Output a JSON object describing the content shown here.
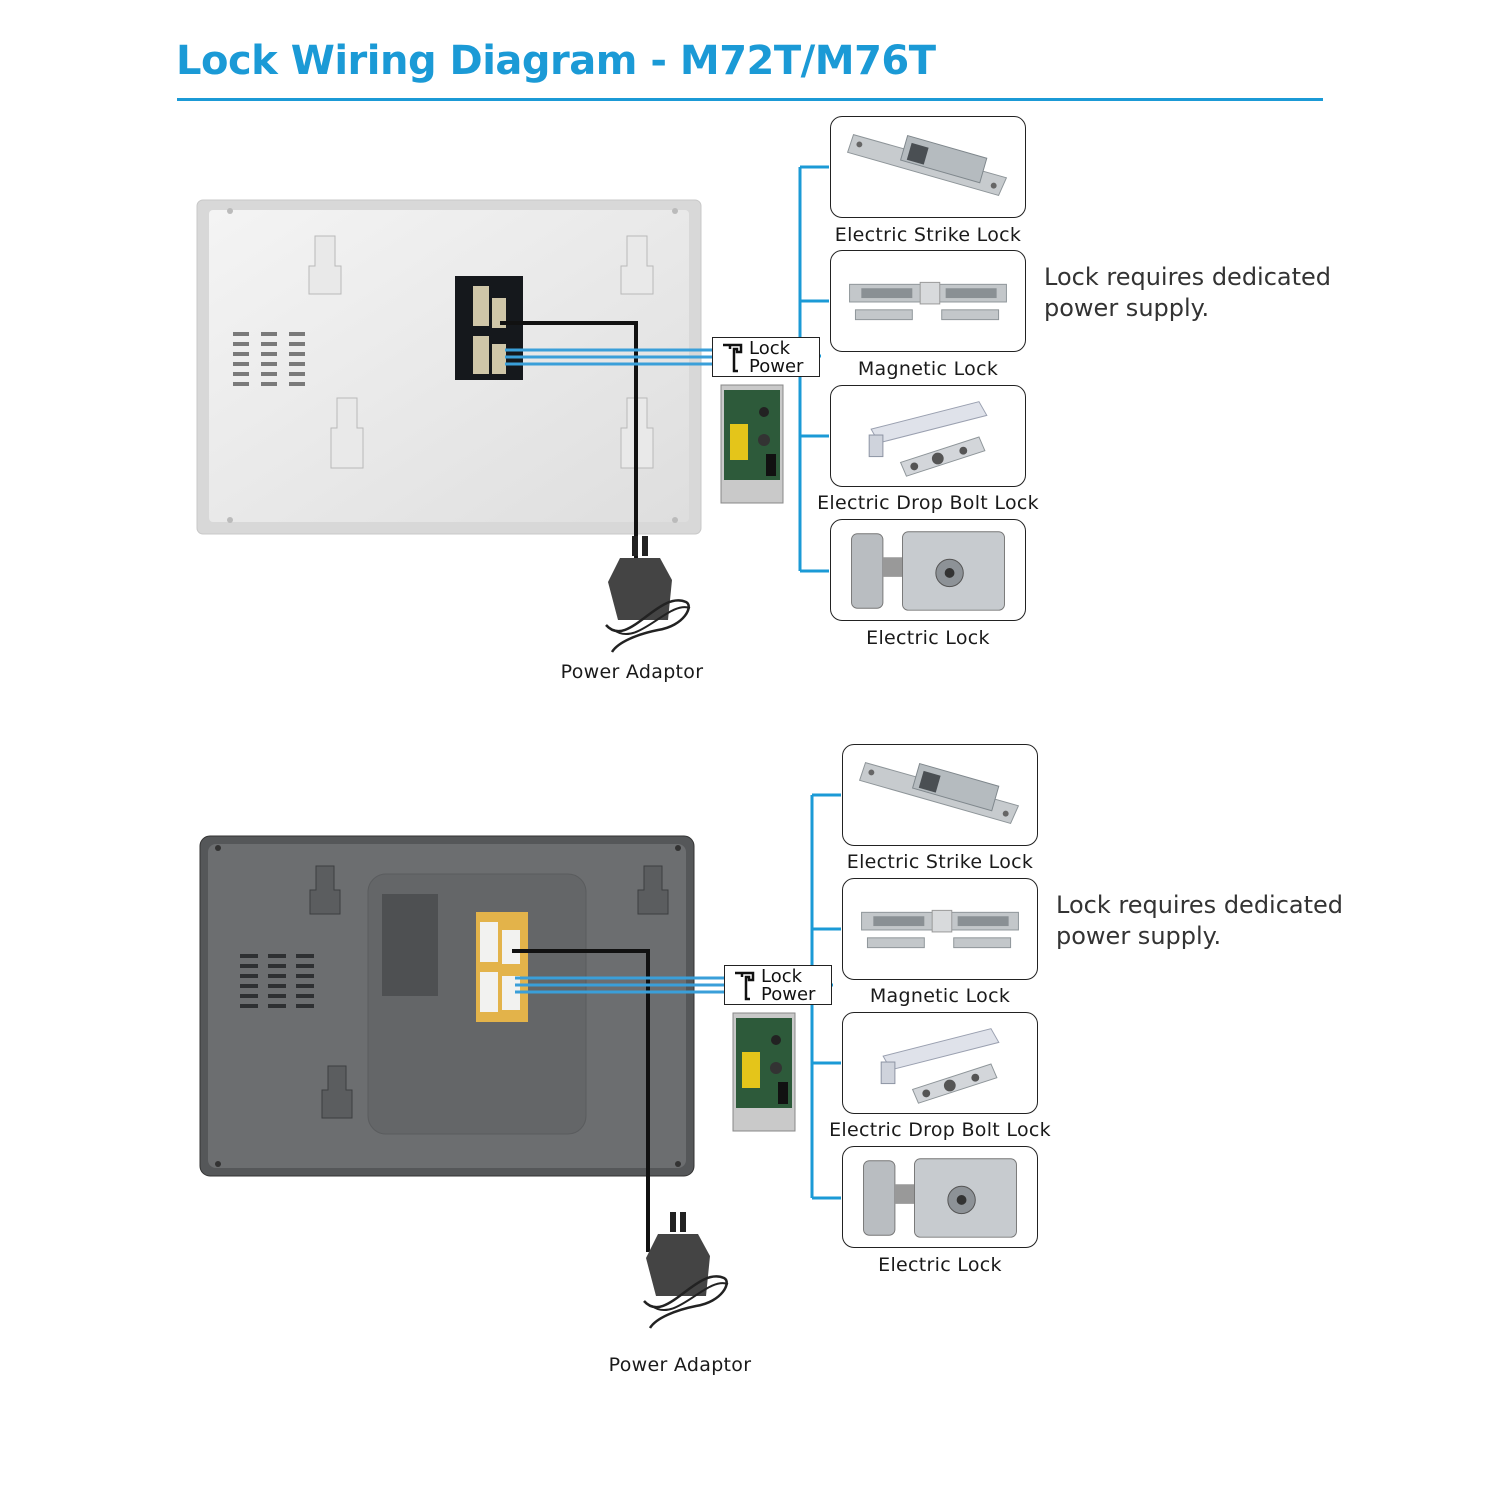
{
  "title": "Lock Wiring Diagram - M72T/M76T",
  "colors": {
    "accent": "#1b9ad6",
    "wire_black": "#111111",
    "wire_blue": "#3a9fd9"
  },
  "sections": [
    {
      "monitor": "white-back-panel",
      "lock_power_box": {
        "line1": "Lock",
        "line2": "Power",
        "icon": "lock-symbol-icon"
      },
      "power_supply_icon": "power-supply-unit-icon",
      "adaptor_label": "Power Adaptor",
      "note": "Lock requires dedicated power supply.",
      "locks": [
        {
          "label": "Electric Strike Lock",
          "icon": "electric-strike-lock-icon"
        },
        {
          "label": "Magnetic Lock",
          "icon": "magnetic-lock-icon"
        },
        {
          "label": "Electric Drop  Bolt Lock",
          "icon": "drop-bolt-lock-icon"
        },
        {
          "label": "Electric Lock",
          "icon": "electric-lock-icon"
        }
      ]
    },
    {
      "monitor": "dark-back-panel",
      "lock_power_box": {
        "line1": "Lock",
        "line2": "Power",
        "icon": "lock-symbol-icon"
      },
      "power_supply_icon": "power-supply-unit-icon",
      "adaptor_label": "Power Adaptor",
      "note": "Lock requires dedicated power supply.",
      "locks": [
        {
          "label": "Electric Strike Lock",
          "icon": "electric-strike-lock-icon"
        },
        {
          "label": "Magnetic Lock",
          "icon": "magnetic-lock-icon"
        },
        {
          "label": "Electric Drop  Bolt Lock",
          "icon": "drop-bolt-lock-icon"
        },
        {
          "label": "Electric Lock",
          "icon": "electric-lock-icon"
        }
      ]
    }
  ]
}
